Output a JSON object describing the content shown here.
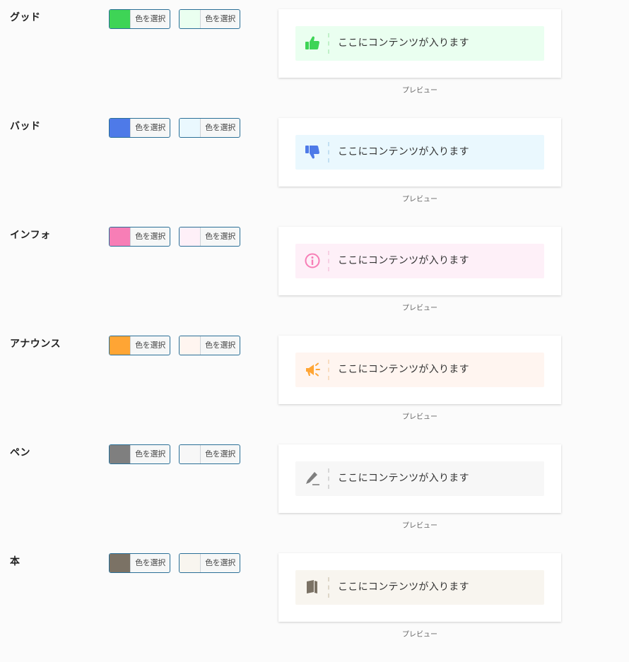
{
  "rows": [
    {
      "label": "グッド",
      "button_label": "色を選択",
      "main_color": "#3ed456",
      "bg_color": "#eafff0",
      "divider_color": "#c0f0c8",
      "icon": "thumbs-up-icon",
      "content": "ここにコンテンツが入ります",
      "preview_label": "プレビュー"
    },
    {
      "label": "バッド",
      "button_label": "色を選択",
      "main_color": "#4e7ae8",
      "bg_color": "#eaf8fe",
      "divider_color": "#c2dff2",
      "icon": "thumbs-down-icon",
      "content": "ここにコンテンツが入ります",
      "preview_label": "プレビュー"
    },
    {
      "label": "インフォ",
      "button_label": "色を選択",
      "main_color": "#f77eb6",
      "bg_color": "#fef0f8",
      "divider_color": "#f7cfe3",
      "icon": "info-circle-icon",
      "content": "ここにコンテンツが入ります",
      "preview_label": "プレビュー"
    },
    {
      "label": "アナウンス",
      "button_label": "色を選択",
      "main_color": "#ffa534",
      "bg_color": "#fff5f0",
      "divider_color": "#f9dcc0",
      "icon": "megaphone-icon",
      "content": "ここにコンテンツが入ります",
      "preview_label": "プレビュー"
    },
    {
      "label": "ペン",
      "button_label": "色を選択",
      "main_color": "#7f7f7f",
      "bg_color": "#f7f7f7",
      "divider_color": "#d6d6d6",
      "icon": "pen-icon",
      "content": "ここにコンテンツが入ります",
      "preview_label": "プレビュー"
    },
    {
      "label": "本",
      "button_label": "色を選択",
      "main_color": "#7b7265",
      "bg_color": "#f8f5ef",
      "divider_color": "#ddd6c8",
      "icon": "book-icon",
      "content": "ここにコンテンツが入ります",
      "preview_label": "プレビュー"
    }
  ]
}
